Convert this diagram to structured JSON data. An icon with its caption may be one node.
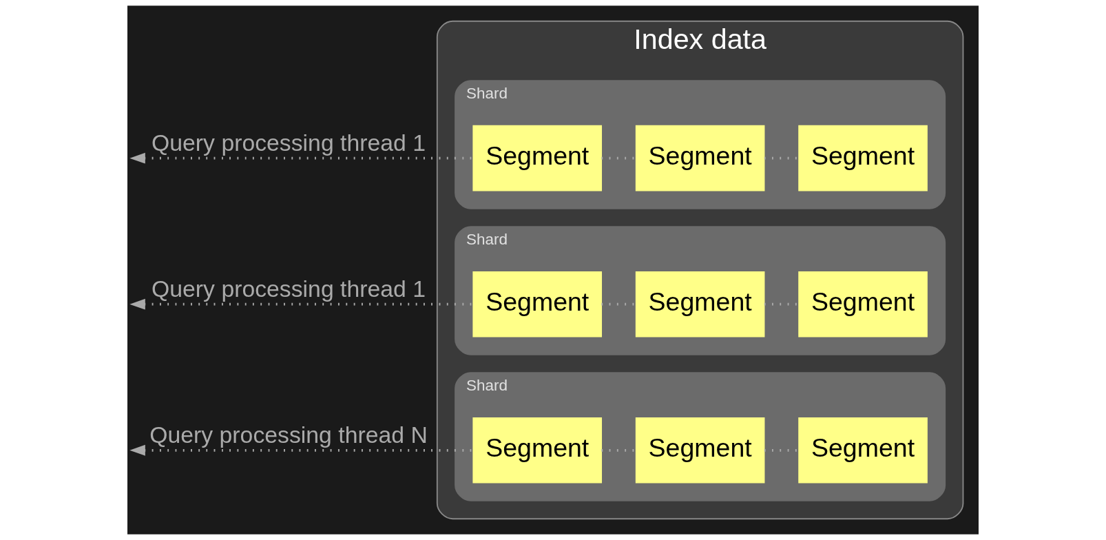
{
  "diagram": {
    "nodes": [
      {
        "text": [
          "Index data"
        ]
      },
      {
        "text": [
          "Shard"
        ],
        "in": 0
      },
      {
        "text": [
          "Segment"
        ],
        "in": 1
      },
      {
        "text": [
          "Segment"
        ],
        "in": 1
      },
      {
        "text": [
          "Segment"
        ],
        "in": 1
      },
      {
        "text": [
          "Shard"
        ],
        "in": 0
      },
      {
        "text": [
          "Segment"
        ],
        "in": 5
      },
      {
        "text": [
          "Segment"
        ],
        "in": 5
      },
      {
        "text": [
          "Segment"
        ],
        "in": 5
      },
      {
        "text": [
          "Shard"
        ],
        "in": 0
      },
      {
        "text": [
          "Segment"
        ],
        "in": 9
      },
      {
        "text": [
          "Segment"
        ],
        "in": 9
      },
      {
        "text": [
          "Segment"
        ],
        "in": 9
      }
    ],
    "edges": [
      {
        "from": 2,
        "to": null,
        "arrow": "to",
        "label": "Query processing thread 1",
        "style": "dashed"
      },
      {
        "from": 2,
        "to": 3,
        "arrow": "none",
        "style": "dashed"
      },
      {
        "from": 3,
        "to": 4,
        "arrow": "none",
        "style": "dashed"
      },
      {
        "from": 6,
        "to": null,
        "arrow": "to",
        "label": "Query processing thread 1",
        "style": "dashed"
      },
      {
        "from": 6,
        "to": 7,
        "arrow": "none",
        "style": "dashed"
      },
      {
        "from": 7,
        "to": 8,
        "arrow": "none",
        "style": "dashed"
      },
      {
        "from": 10,
        "to": null,
        "arrow": "to",
        "label": "Query processing thread N",
        "style": "dashed"
      },
      {
        "from": 10,
        "to": 11,
        "arrow": "none",
        "style": "dashed"
      },
      {
        "from": 11,
        "to": 12,
        "arrow": "none",
        "style": "dashed"
      }
    ]
  }
}
